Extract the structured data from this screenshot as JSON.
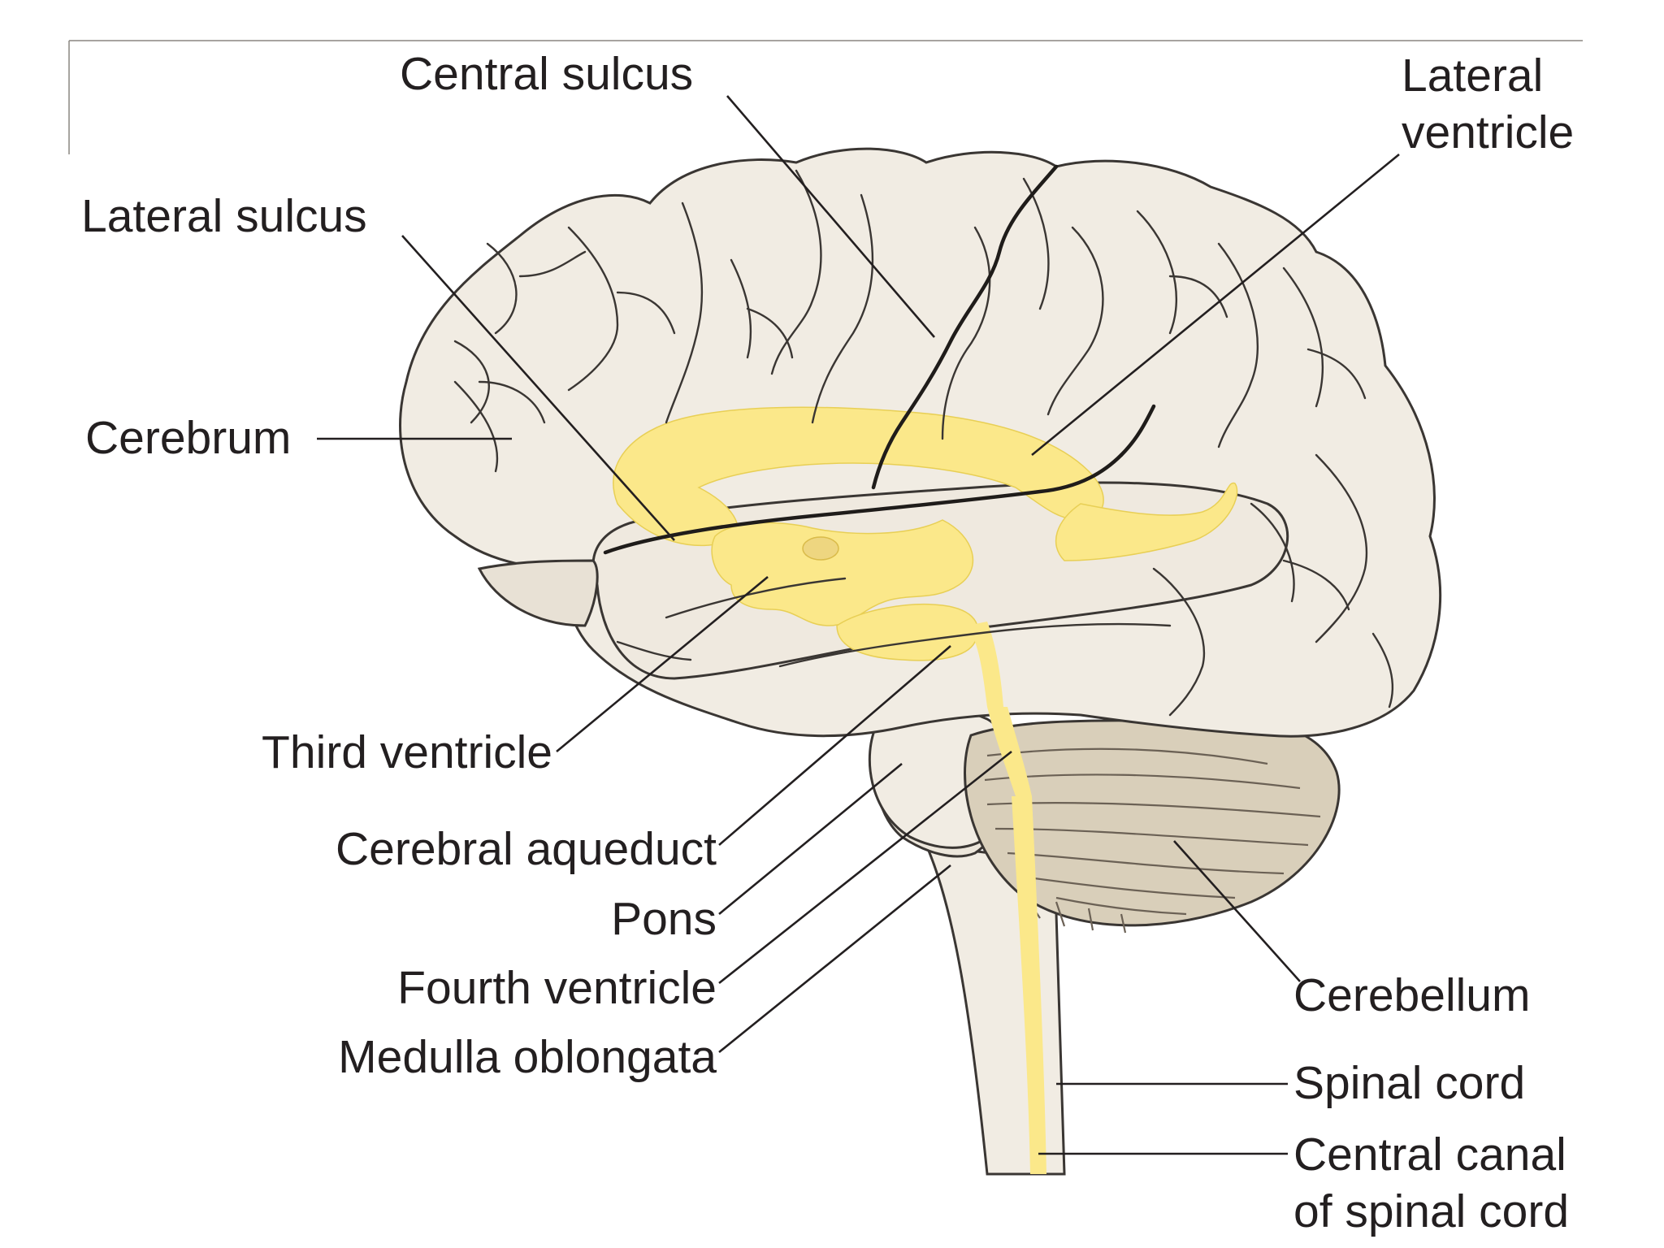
{
  "labels": {
    "central_sulcus": "Central sulcus",
    "lateral_ventricle_1": "Lateral",
    "lateral_ventricle_2": "ventricle",
    "lateral_sulcus": "Lateral sulcus",
    "cerebrum": "Cerebrum",
    "third_ventricle": "Third ventricle",
    "cerebral_aqueduct": "Cerebral aqueduct",
    "pons": "Pons",
    "fourth_ventricle": "Fourth ventricle",
    "medulla_oblongata": "Medulla oblongata",
    "cerebellum": "Cerebellum",
    "spinal_cord": "Spinal cord",
    "central_canal_1": "Central canal",
    "central_canal_2": "of spinal cord"
  },
  "colors": {
    "tissue": "#f1ece3",
    "tissue_shade": "#e2dacb",
    "cerebellum": "#d9cfba",
    "ventricle": "#fbe88a",
    "line": "#231f20"
  }
}
